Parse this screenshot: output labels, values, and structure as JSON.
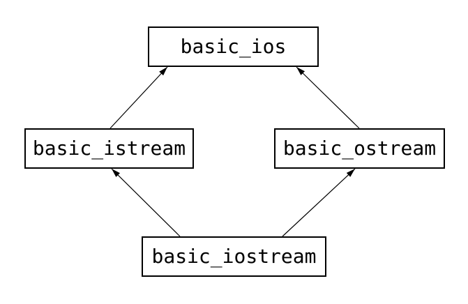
{
  "diagram": {
    "type": "inheritance-graph",
    "colors": {
      "background": "#ffffff",
      "node_fill": "#ffffff",
      "node_border": "#000000",
      "text": "#000000",
      "edge": "#000000"
    },
    "nodes": [
      {
        "id": "basic_ios",
        "label": "basic_ios"
      },
      {
        "id": "basic_istream",
        "label": "basic_istream"
      },
      {
        "id": "basic_ostream",
        "label": "basic_ostream"
      },
      {
        "id": "basic_iostream",
        "label": "basic_iostream"
      }
    ],
    "edges": [
      {
        "from": "basic_istream",
        "to": "basic_ios"
      },
      {
        "from": "basic_ostream",
        "to": "basic_ios"
      },
      {
        "from": "basic_iostream",
        "to": "basic_istream"
      },
      {
        "from": "basic_iostream",
        "to": "basic_ostream"
      }
    ]
  }
}
